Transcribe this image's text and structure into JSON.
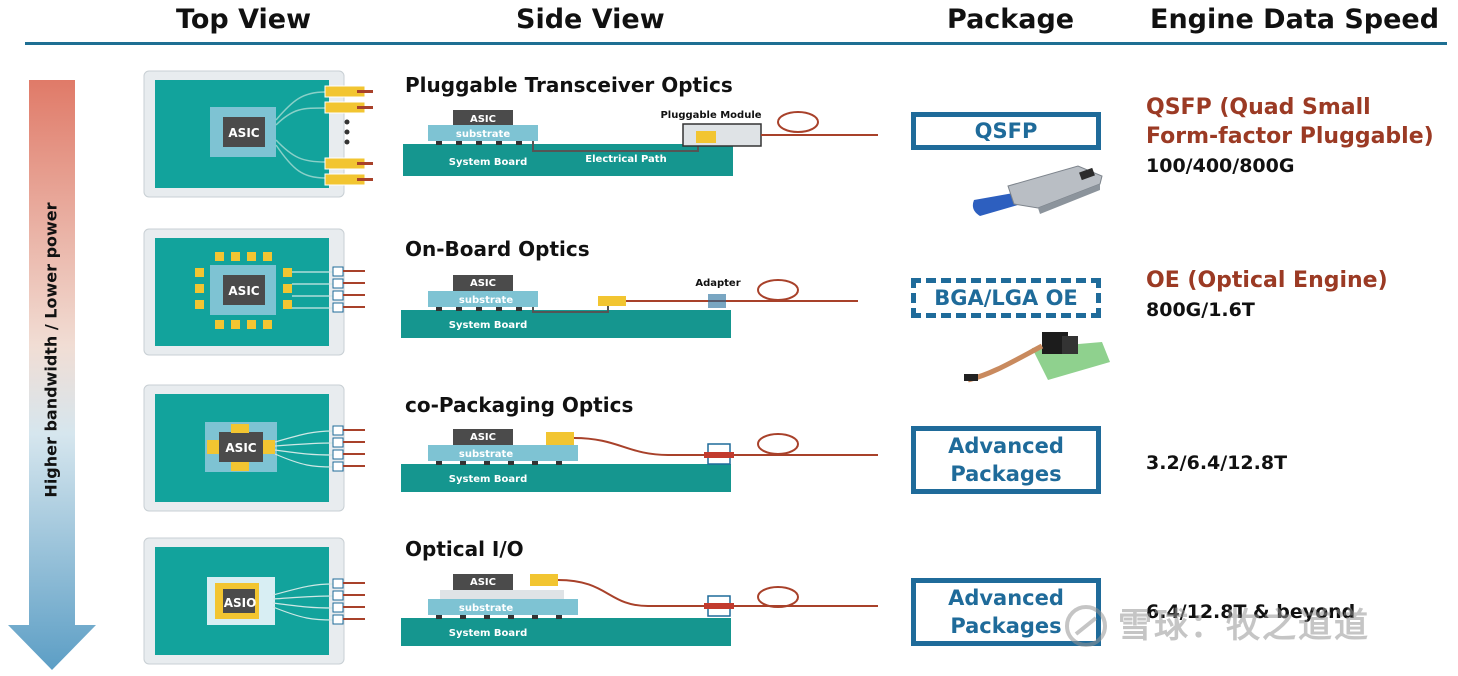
{
  "headers": {
    "top_view": "Top View",
    "side_view": "Side View",
    "package": "Package",
    "engine_data_speed": "Engine Data Speed"
  },
  "arrow_label": "Higher bandwidth / Lower power",
  "rows": [
    {
      "side_title": "Pluggable Transceiver Optics",
      "asic_label": "ASIC",
      "substrate_label": "substrate",
      "board_label": "System Board",
      "module_label": "Pluggable Module",
      "path_label": "Electrical Path",
      "package_label": "QSFP",
      "speed_name_line1": "QSFP (Quad Small",
      "speed_name_line2": "Form-factor Pluggable)",
      "speed_value": "100/400/800G"
    },
    {
      "side_title": "On-Board Optics",
      "asic_label": "ASIC",
      "substrate_label": "substrate",
      "board_label": "System Board",
      "adapter_label": "Adapter",
      "package_label": "BGA/LGA OE",
      "speed_name_line1": "OE (Optical Engine)",
      "speed_value": "800G/1.6T"
    },
    {
      "side_title": "co-Packaging Optics",
      "asic_label": "ASIC",
      "substrate_label": "substrate",
      "board_label": "System Board",
      "package_line1": "Advanced",
      "package_line2": "Packages",
      "speed_value": "3.2/6.4/12.8T"
    },
    {
      "side_title": "Optical I/O",
      "asic_label": "ASIC",
      "substrate_label": "substrate",
      "board_label": "System Board",
      "package_line1": "Advanced",
      "package_line2": "Packages",
      "speed_value": "6.4/12.8T & beyond"
    }
  ],
  "watermark": "雪球：牧之道道",
  "colors": {
    "teal": "#12a39c",
    "board": "#15968f",
    "substrate": "#7ec3d3",
    "asic": "#4b4b4b",
    "gold": "#f2c531",
    "fiber": "#a8412a",
    "package_blue": "#1f6b9a",
    "speed_red": "#9b3a24"
  }
}
